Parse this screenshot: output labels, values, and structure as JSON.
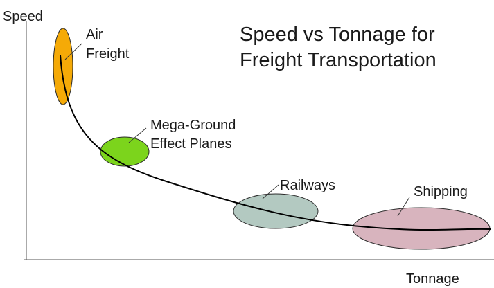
{
  "title": {
    "line1": "Speed vs Tonnage for",
    "line2": "Freight Transportation"
  },
  "axes": {
    "y_label": "Speed",
    "x_label": "Tonnage"
  },
  "regions": [
    {
      "id": "air-freight",
      "lines": [
        "Air",
        "Freight"
      ],
      "color": "#f5aa07"
    },
    {
      "id": "mega-ground-effect-planes",
      "lines": [
        "Mega-Ground",
        "Effect Planes"
      ],
      "color": "#7cd41c"
    },
    {
      "id": "railways",
      "lines": [
        "Railways"
      ],
      "color": "#b3c9c1"
    },
    {
      "id": "shipping",
      "lines": [
        "Shipping"
      ],
      "color": "#d8b4be"
    }
  ]
}
